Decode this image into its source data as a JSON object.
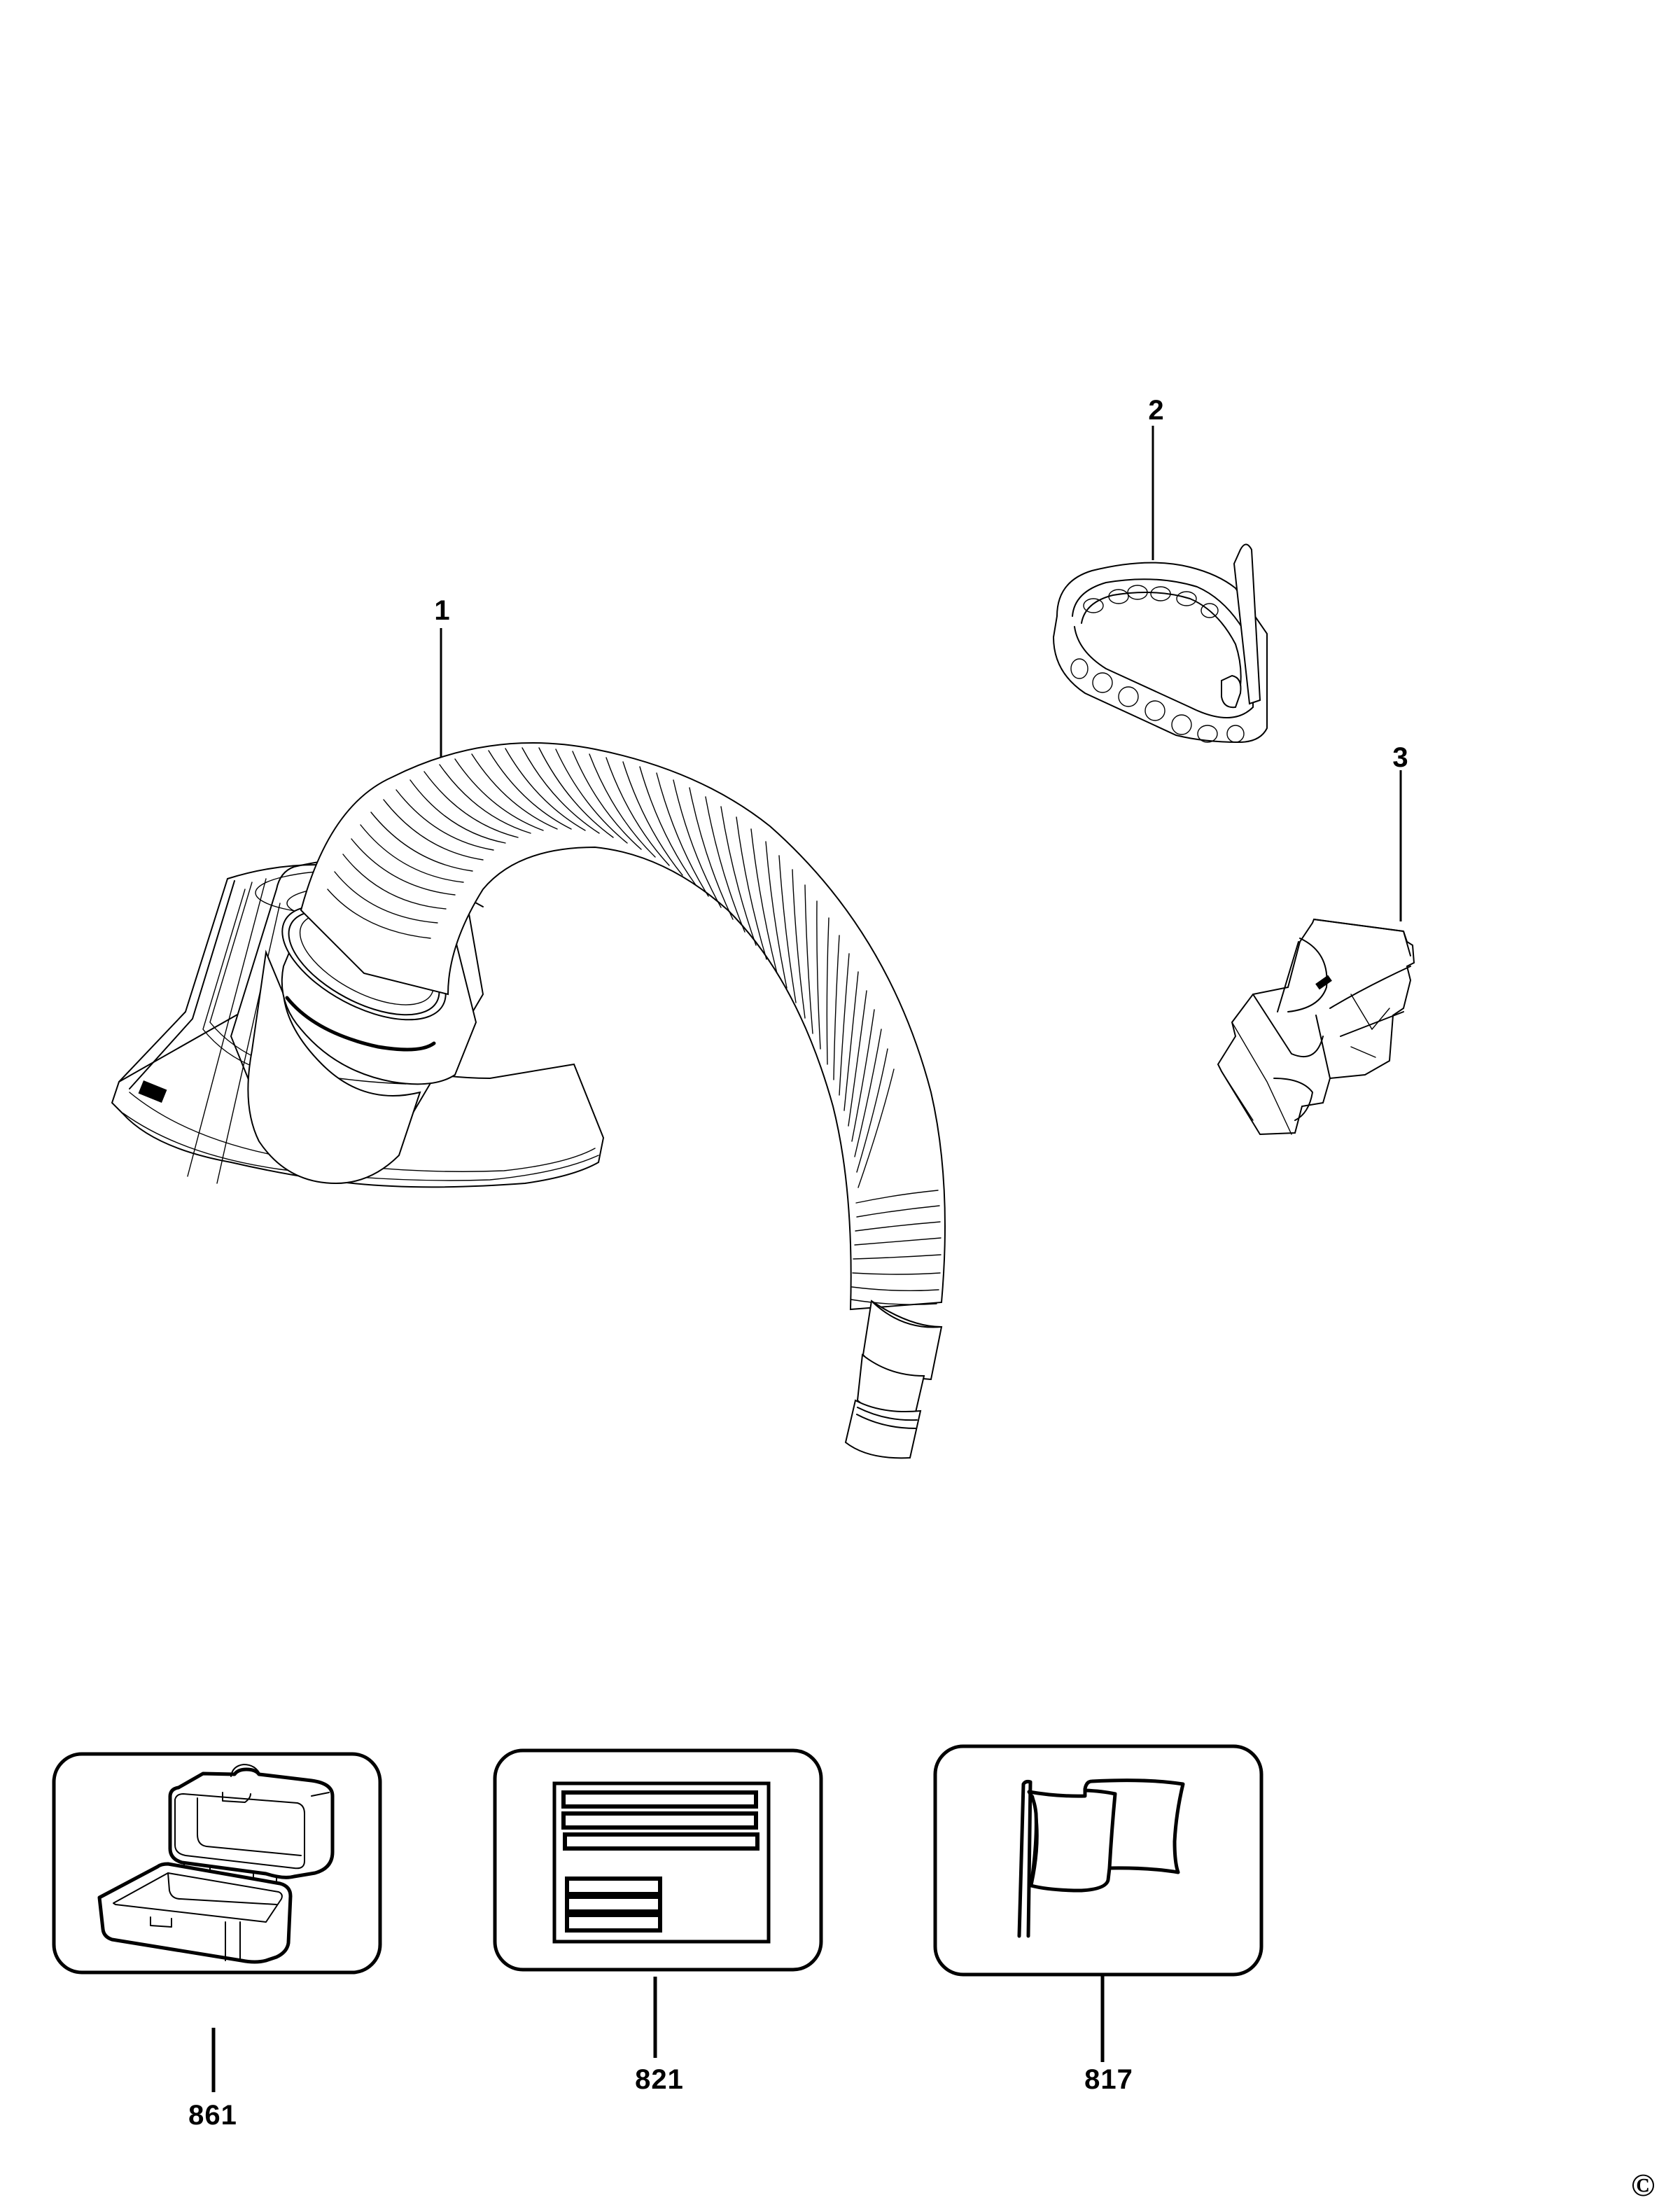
{
  "diagram": {
    "type": "exploded-parts-diagram",
    "parts": [
      {
        "callout": "1",
        "description": "extraction hose with shroud adapter",
        "icon": "hose-with-shroud-icon"
      },
      {
        "callout": "2",
        "description": "hose clip ring",
        "icon": "hose-clip-icon"
      },
      {
        "callout": "3",
        "description": "hose holder bracket",
        "icon": "hose-holder-icon"
      }
    ],
    "accessories": [
      {
        "callout": "861",
        "description": "kit box",
        "icon": "kit-box-icon"
      },
      {
        "callout": "821",
        "description": "label / manual",
        "icon": "label-sheet-icon"
      },
      {
        "callout": "817",
        "description": "warning flag label",
        "icon": "flag-icon"
      }
    ],
    "copyright_symbol": "©"
  }
}
